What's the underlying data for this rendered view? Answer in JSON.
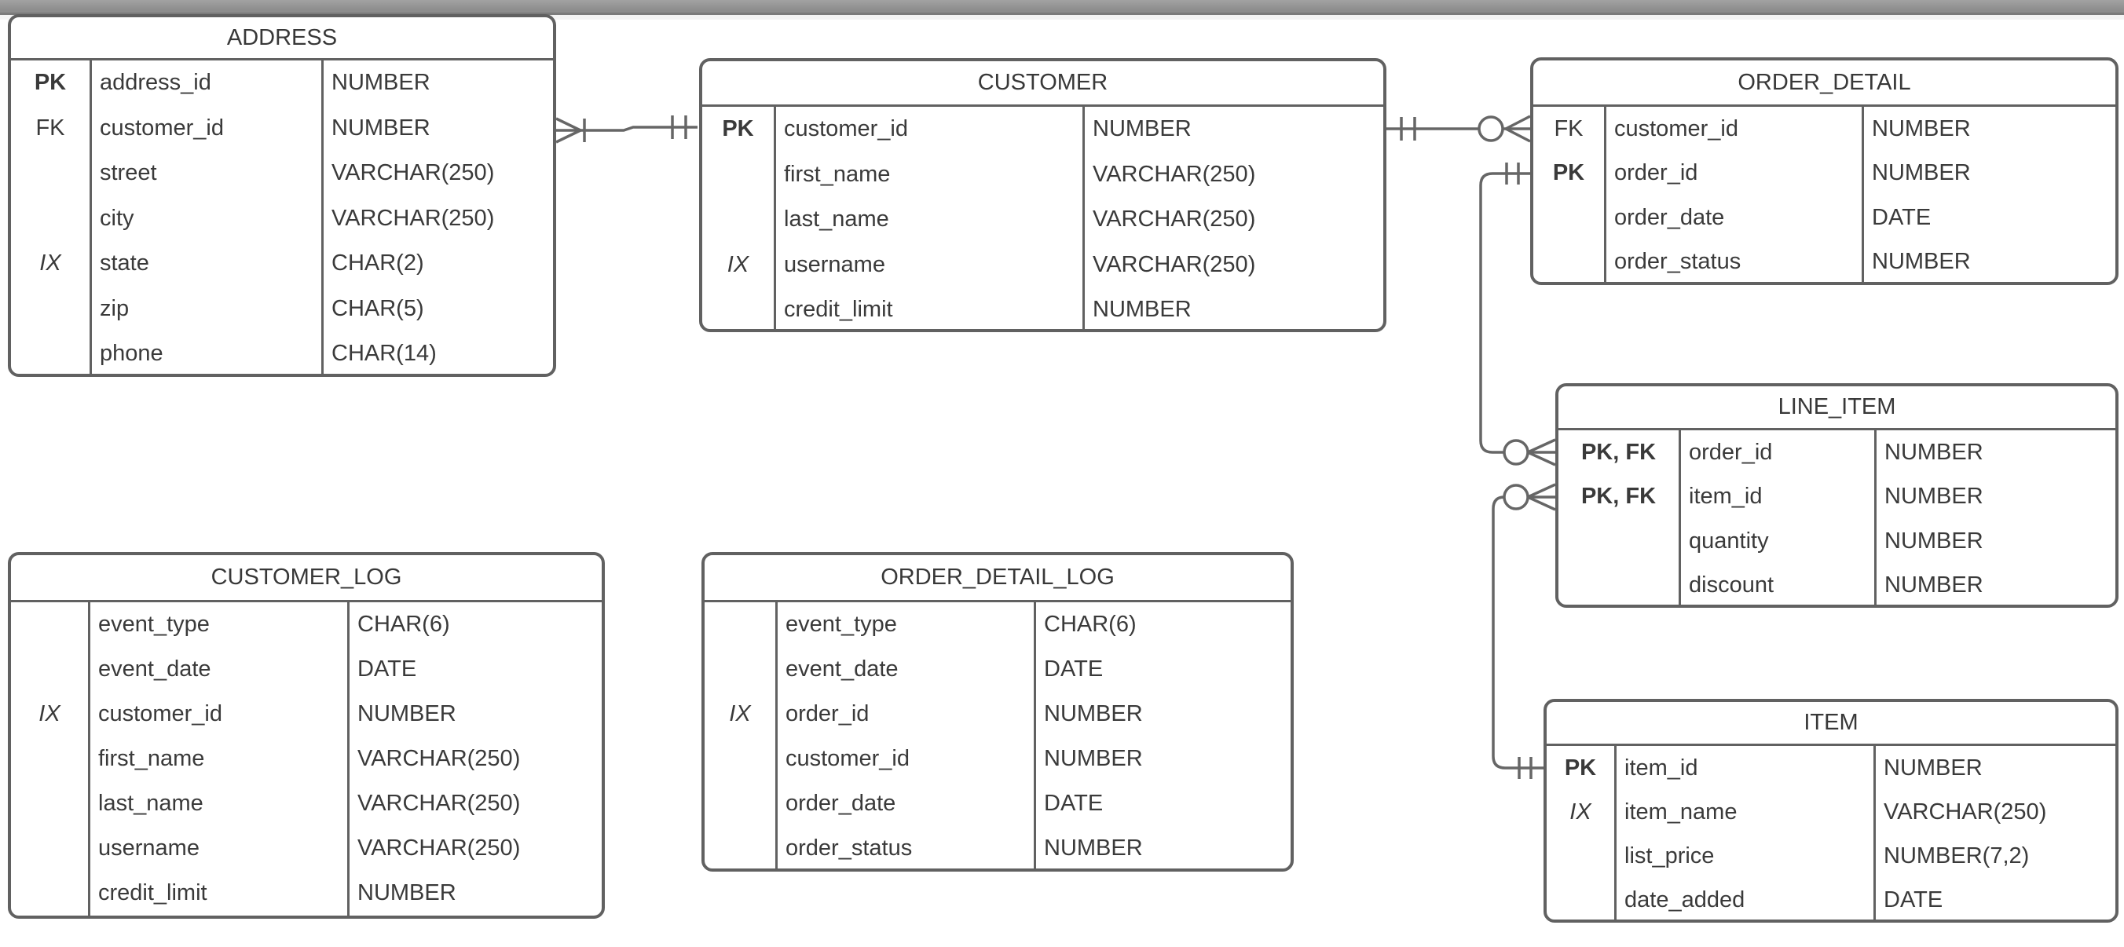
{
  "colors": {
    "table_border": "#616161",
    "edge_stroke": "#666666",
    "text": "#3a3a3a",
    "scrollbar": "#8f8f8f",
    "background": "#ffffff"
  },
  "entities": [
    {
      "id": "address",
      "title": "ADDRESS",
      "rows": [
        {
          "key": "PK",
          "name": "address_id",
          "type": "NUMBER"
        },
        {
          "key": "FK",
          "name": "customer_id",
          "type": "NUMBER"
        },
        {
          "key": "",
          "name": "street",
          "type": "VARCHAR(250)"
        },
        {
          "key": "",
          "name": "city",
          "type": "VARCHAR(250)"
        },
        {
          "key": "IX",
          "name": "state",
          "type": "CHAR(2)"
        },
        {
          "key": "",
          "name": "zip",
          "type": "CHAR(5)"
        },
        {
          "key": "",
          "name": "phone",
          "type": "CHAR(14)"
        }
      ]
    },
    {
      "id": "customer",
      "title": "CUSTOMER",
      "rows": [
        {
          "key": "PK",
          "name": "customer_id",
          "type": "NUMBER"
        },
        {
          "key": "",
          "name": "first_name",
          "type": "VARCHAR(250)"
        },
        {
          "key": "",
          "name": "last_name",
          "type": "VARCHAR(250)"
        },
        {
          "key": "IX",
          "name": "username",
          "type": "VARCHAR(250)"
        },
        {
          "key": "",
          "name": "credit_limit",
          "type": "NUMBER"
        }
      ]
    },
    {
      "id": "order_detail",
      "title": "ORDER_DETAIL",
      "rows": [
        {
          "key": "FK",
          "name": "customer_id",
          "type": "NUMBER"
        },
        {
          "key": "PK",
          "name": "order_id",
          "type": "NUMBER"
        },
        {
          "key": "",
          "name": "order_date",
          "type": "DATE"
        },
        {
          "key": "",
          "name": "order_status",
          "type": "NUMBER"
        }
      ]
    },
    {
      "id": "line_item",
      "title": "LINE_ITEM",
      "rows": [
        {
          "key": "PK, FK",
          "name": "order_id",
          "type": "NUMBER"
        },
        {
          "key": "PK, FK",
          "name": "item_id",
          "type": "NUMBER"
        },
        {
          "key": "",
          "name": "quantity",
          "type": "NUMBER"
        },
        {
          "key": "",
          "name": "discount",
          "type": "NUMBER"
        }
      ]
    },
    {
      "id": "customer_log",
      "title": "CUSTOMER_LOG",
      "rows": [
        {
          "key": "",
          "name": "event_type",
          "type": "CHAR(6)"
        },
        {
          "key": "",
          "name": "event_date",
          "type": "DATE"
        },
        {
          "key": "IX",
          "name": "customer_id",
          "type": "NUMBER"
        },
        {
          "key": "",
          "name": "first_name",
          "type": "VARCHAR(250)"
        },
        {
          "key": "",
          "name": "last_name",
          "type": "VARCHAR(250)"
        },
        {
          "key": "",
          "name": "username",
          "type": "VARCHAR(250)"
        },
        {
          "key": "",
          "name": "credit_limit",
          "type": "NUMBER"
        }
      ]
    },
    {
      "id": "order_detail_log",
      "title": "ORDER_DETAIL_LOG",
      "rows": [
        {
          "key": "",
          "name": "event_type",
          "type": "CHAR(6)"
        },
        {
          "key": "",
          "name": "event_date",
          "type": "DATE"
        },
        {
          "key": "IX",
          "name": "order_id",
          "type": "NUMBER"
        },
        {
          "key": "",
          "name": "customer_id",
          "type": "NUMBER"
        },
        {
          "key": "",
          "name": "order_date",
          "type": "DATE"
        },
        {
          "key": "",
          "name": "order_status",
          "type": "NUMBER"
        }
      ]
    },
    {
      "id": "item",
      "title": "ITEM",
      "rows": [
        {
          "key": "PK",
          "name": "item_id",
          "type": "NUMBER"
        },
        {
          "key": "IX",
          "name": "item_name",
          "type": "VARCHAR(250)"
        },
        {
          "key": "",
          "name": "list_price",
          "type": "NUMBER(7,2)"
        },
        {
          "key": "",
          "name": "date_added",
          "type": "DATE"
        }
      ]
    }
  ],
  "relations": [
    {
      "id": "address-customer",
      "from_entity": "ADDRESS",
      "from_column": "customer_id",
      "from_symbol": "one-or-many-crow-foot",
      "to_entity": "CUSTOMER",
      "to_column": "customer_id",
      "to_symbol": "exactly-one-double-bar"
    },
    {
      "id": "customer-order_detail",
      "from_entity": "CUSTOMER",
      "from_column": "customer_id",
      "from_symbol": "exactly-one-double-bar",
      "to_entity": "ORDER_DETAIL",
      "to_column": "customer_id",
      "to_symbol": "zero-or-many-circle-crow-foot"
    },
    {
      "id": "order_detail-line_item",
      "from_entity": "ORDER_DETAIL",
      "from_column": "order_id",
      "from_symbol": "exactly-one-double-bar",
      "to_entity": "LINE_ITEM",
      "to_column": "order_id",
      "to_symbol": "zero-or-many-circle-crow-foot"
    },
    {
      "id": "item-line_item",
      "from_entity": "ITEM",
      "from_column": "item_id",
      "from_symbol": "exactly-one-double-bar",
      "to_entity": "LINE_ITEM",
      "to_column": "item_id",
      "to_symbol": "zero-or-many-circle-crow-foot"
    }
  ]
}
